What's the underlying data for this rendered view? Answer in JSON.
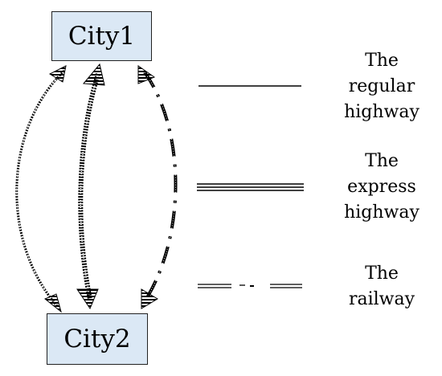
{
  "nodes": {
    "city1": "City1",
    "city2": "City2"
  },
  "legend": {
    "regular": [
      "The",
      "regular",
      "highway"
    ],
    "express": [
      "The",
      "express",
      "highway"
    ],
    "railway": [
      "The",
      "railway"
    ]
  },
  "colors": {
    "box_fill": "#dbe8f5",
    "line": "#000000"
  }
}
